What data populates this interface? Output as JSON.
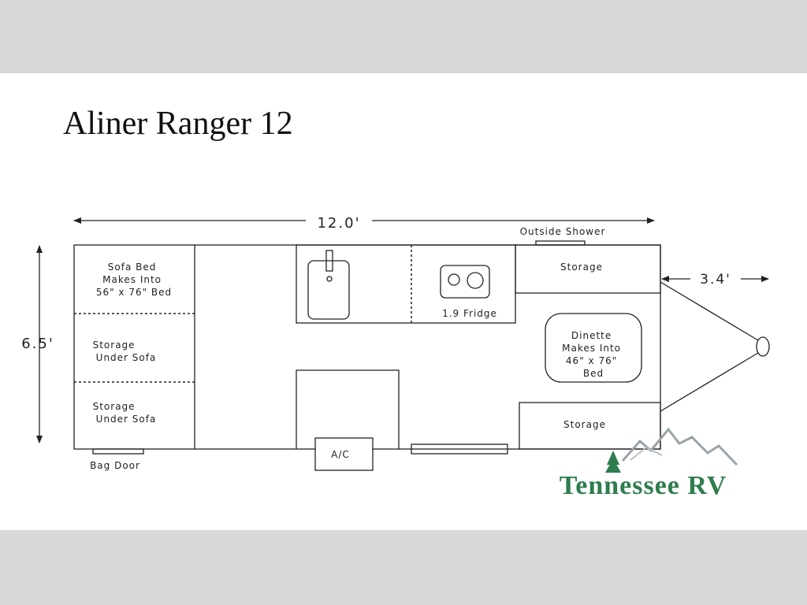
{
  "title": "Aliner Ranger 12",
  "dimensions": {
    "length": "12.0'",
    "width": "6.5'",
    "tongue": "3.4'"
  },
  "labels": {
    "outside_shower": "Outside Shower",
    "sofa_bed": [
      "Sofa Bed",
      "Makes Into",
      "56\" x 76\" Bed"
    ],
    "storage_under_sofa_1": [
      "Storage",
      "Under Sofa"
    ],
    "storage_under_sofa_2": [
      "Storage",
      "Under Sofa"
    ],
    "fridge": "1.9 Fridge",
    "storage_top": "Storage",
    "dinette": [
      "Dinette",
      "Makes Into",
      "46\" x 76\"",
      "Bed"
    ],
    "storage_bottom": "Storage",
    "ac": "A/C",
    "bag_door": "Bag Door"
  },
  "logo": {
    "text": "Tennessee RV",
    "colors": {
      "text": "#2e7d4f",
      "mountain": "#9aa3a8"
    }
  }
}
